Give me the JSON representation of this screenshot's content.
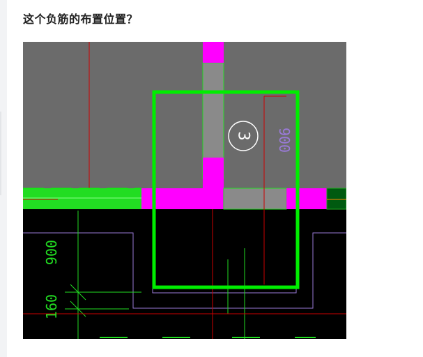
{
  "page": {
    "title": "这个负筋的布置位置？"
  },
  "figure": {
    "circle_label": "3",
    "dim_right": "900",
    "dim_left_top": "900",
    "dim_left_bottom": "160",
    "colors": {
      "slab_gray": "#6b6b6b",
      "column_magenta": "#ff00ff",
      "beam_gray": "#8a8a8a",
      "rebar_green": "#22dd22",
      "bright_green": "#00ee00",
      "dark_green": "#006600",
      "red_line": "#cc0000",
      "purple_outline": "#9a7ad8",
      "background_black": "#000000"
    }
  }
}
